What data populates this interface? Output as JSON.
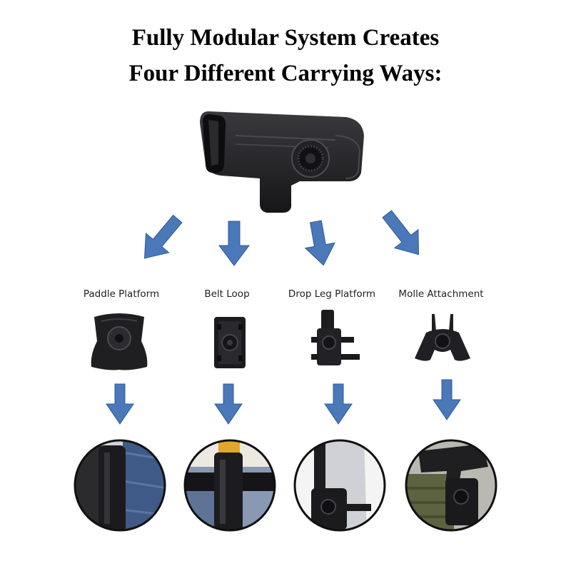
{
  "title": {
    "line1": "Fully Modular System Creates",
    "line2": "Four Different Carrying Ways:"
  },
  "main_product": {
    "icon": "holster-icon",
    "color": "#1e1e20"
  },
  "arrow_color": "#4a78b9",
  "options": [
    {
      "label": "Paddle Platform",
      "icon": "paddle-platform-icon",
      "photo": "paddle-worn-photo"
    },
    {
      "label": "Belt Loop",
      "icon": "belt-loop-icon",
      "photo": "belt-loop-worn-photo"
    },
    {
      "label": "Drop Leg Platform",
      "icon": "drop-leg-platform-icon",
      "photo": "drop-leg-worn-photo"
    },
    {
      "label": "Molle Attachment",
      "icon": "molle-attachment-icon",
      "photo": "molle-worn-photo"
    }
  ]
}
